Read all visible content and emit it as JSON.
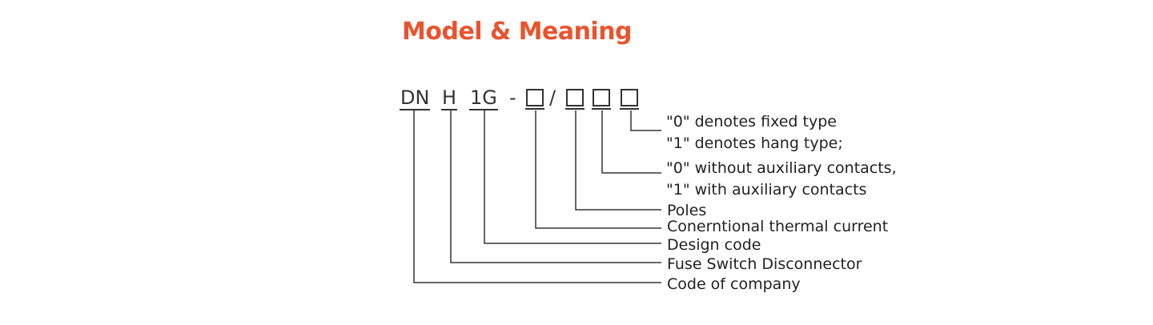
{
  "title": "Model & Meaning",
  "code": {
    "part1": "DN",
    "part2": "H",
    "part3": "1G",
    "dash": "-",
    "slash": "/"
  },
  "labels": {
    "type_fixed": "\"0\" denotes fixed type",
    "type_hang": "\"1\" denotes hang type;",
    "aux_without": "\"0\" without auxiliary contacts,",
    "aux_with": "\"1\" with auxiliary contacts",
    "poles": "Poles",
    "current": "Conerntional thermal current",
    "design": "Design code",
    "fuse": "Fuse Switch Disconnector",
    "company": "Code of company"
  }
}
